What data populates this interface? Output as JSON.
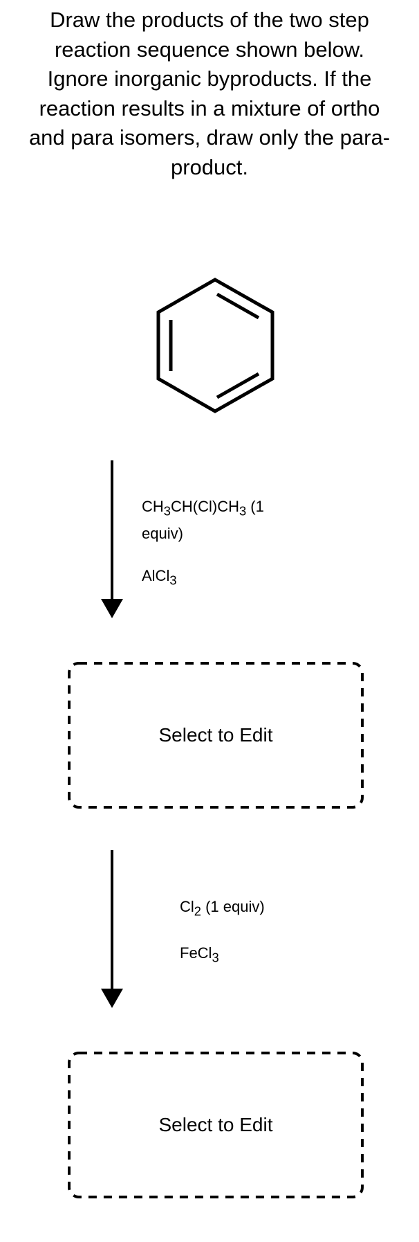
{
  "question": {
    "text": "Draw the products of the two step reaction sequence shown below. Ignore inorganic byproducts. If the reaction results in a mixture of ortho and para isomers, draw only the para-product."
  },
  "starting_material": {
    "icon": "benzene-structure-icon"
  },
  "step1": {
    "reagent_line1_main": "CH",
    "reagent_line1_sub1": "3",
    "reagent_line1_mid": "CH(Cl)CH",
    "reagent_line1_sub2": "3",
    "reagent_line1_tail": " (1",
    "reagent_line2": "equiv)",
    "catalyst_main": "AlCl",
    "catalyst_sub": "3"
  },
  "product1": {
    "label": "Select to Edit"
  },
  "step2": {
    "reagent_main": "Cl",
    "reagent_sub": "2",
    "reagent_tail": " (1 equiv)",
    "catalyst_main": "FeCl",
    "catalyst_sub": "3"
  },
  "product2": {
    "label": "Select to Edit"
  }
}
